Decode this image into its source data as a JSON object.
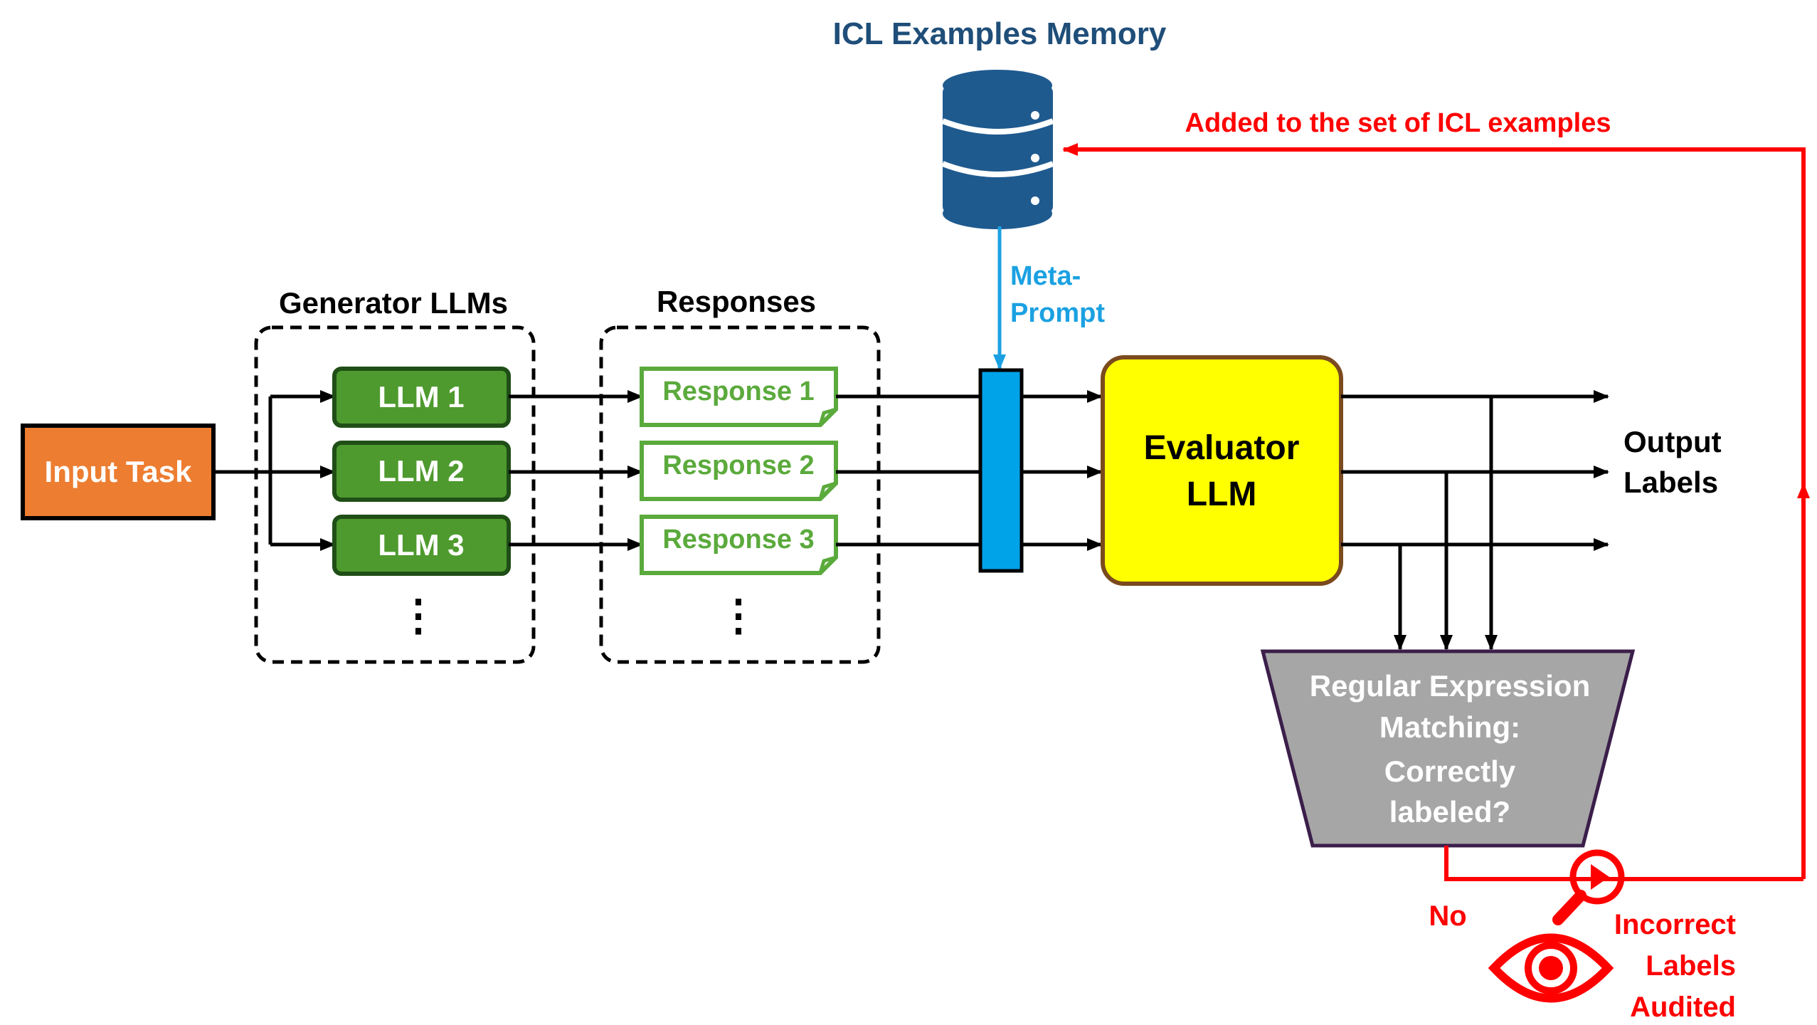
{
  "memory": {
    "title": "ICL Examples Memory",
    "feedback_label": "Added to the set of ICL examples",
    "meta_prompt_line1": "Meta-",
    "meta_prompt_line2": "Prompt"
  },
  "input": {
    "label": "Input Task"
  },
  "generators": {
    "title": "Generator LLMs",
    "items": [
      {
        "label": "LLM 1"
      },
      {
        "label": "LLM 2"
      },
      {
        "label": "LLM 3"
      }
    ],
    "ellipsis": "⋮"
  },
  "responses": {
    "title": "Responses",
    "items": [
      {
        "label": "Response 1"
      },
      {
        "label": "Response 2"
      },
      {
        "label": "Response 3"
      }
    ],
    "ellipsis": "⋮"
  },
  "evaluator": {
    "line1": "Evaluator",
    "line2": "LLM"
  },
  "output": {
    "line1": "Output",
    "line2": "Labels"
  },
  "regex": {
    "line1": "Regular Expression",
    "line2": "Matching:",
    "line3": "Correctly",
    "line4": "labeled?"
  },
  "audit": {
    "no_label": "No",
    "line1": "Incorrect",
    "line2": "Labels",
    "line3": "Audited"
  },
  "colors": {
    "input_fill": "#ED7D31",
    "llm_fill": "#4E9A2E",
    "llm_border": "#1F4E16",
    "response_green": "#5BAA3C",
    "evaluator_fill": "#FFFF00",
    "evaluator_border": "#7B4A1E",
    "meta_bar": "#00A2E8",
    "meta_text": "#1BA1E2",
    "db_blue": "#1F5A8F",
    "title_blue": "#1F4E79",
    "red": "#FF0000",
    "regex_fill": "#A6A6A6",
    "regex_border": "#3B1E4A"
  }
}
